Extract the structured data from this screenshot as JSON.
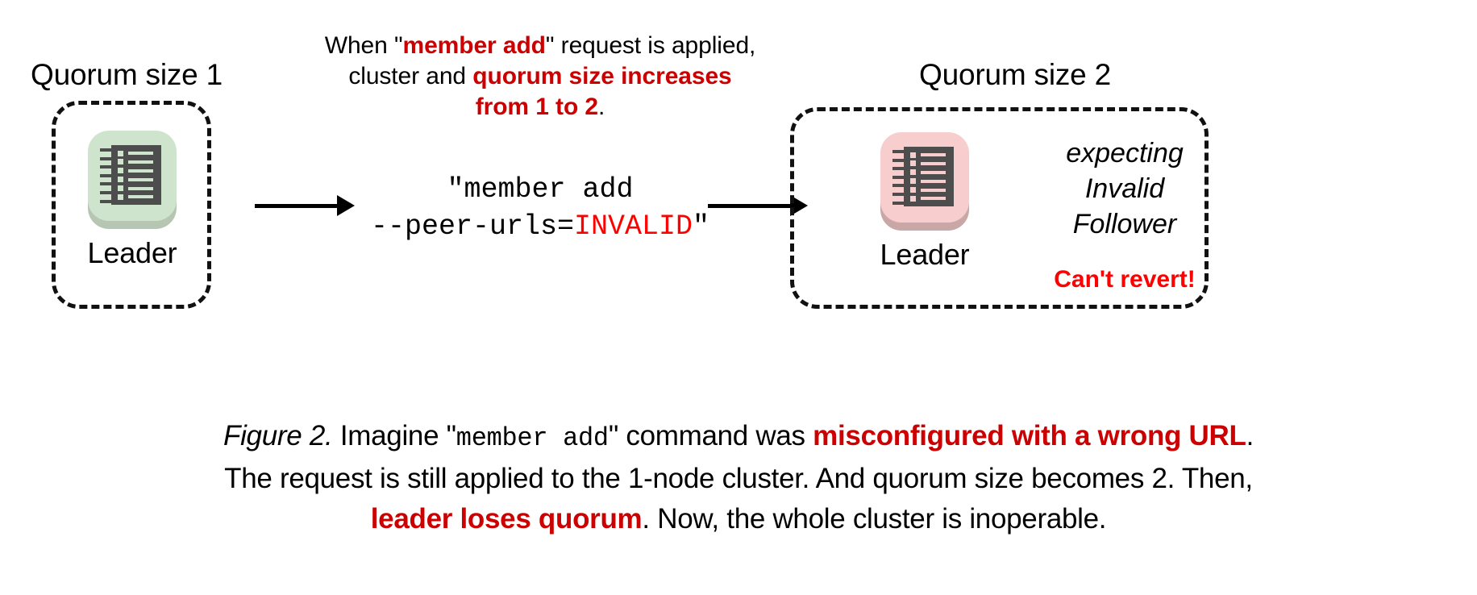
{
  "figure": {
    "left_group": {
      "label": "Quorum size 1",
      "node": {
        "role": "Leader",
        "icon": "notebook-icon",
        "state_color": "#cfe4cd"
      }
    },
    "right_group": {
      "label": "Quorum size 2",
      "node": {
        "role": "Leader",
        "icon": "notebook-icon",
        "state_color": "#f7cdcd"
      },
      "status_line1": "expecting",
      "status_line2": "Invalid",
      "status_line3": "Follower",
      "alert": "Can't revert!"
    },
    "top_note": {
      "part1": "When \"",
      "emph1": "member add",
      "part2": "\" request is applied,",
      "part3": "cluster and ",
      "emph2": "quorum size increases",
      "emph3": "from 1 to 2",
      "part4": "."
    },
    "command": {
      "line1": "\"member add",
      "line2_prefix": "--peer-urls=",
      "line2_value": "INVALID",
      "line2_suffix": "\""
    },
    "caption": {
      "fig_no": "Figure 2.",
      "t1": " Imagine \"",
      "cmd1": "member add",
      "t2": "\" command was ",
      "emph1": "misconfigured with a wrong URL",
      "t3": ".",
      "t4": "The request is still applied to the 1-node cluster. And quorum size becomes 2. Then,",
      "emph2": "leader loses quorum",
      "t5": ". Now, the whole cluster is inoperable."
    },
    "colors": {
      "emphasis_red": "#CC0000",
      "alert_red": "#FF0000",
      "invalid_red": "#FF0000",
      "node_body": "#4d4d4d",
      "healthy_green": "#cfe4cd",
      "unhealthy_pink": "#f7cdcd"
    }
  }
}
